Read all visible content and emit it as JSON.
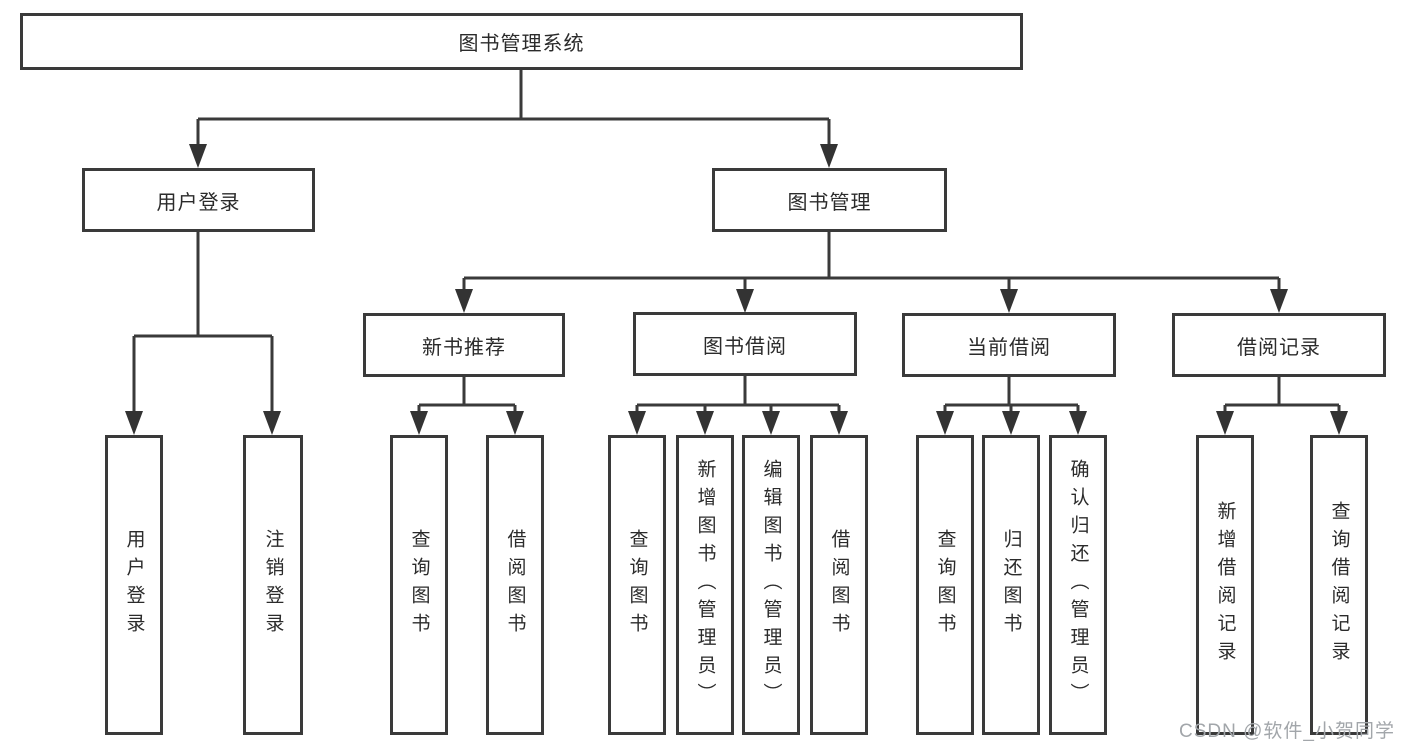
{
  "tree": {
    "root": "图书管理系统",
    "branches": [
      {
        "label": "用户登录",
        "children": [
          "用户登录",
          "注销登录"
        ]
      },
      {
        "label": "图书管理",
        "groups": [
          {
            "label": "新书推荐",
            "children": [
              "查询图书",
              "借阅图书"
            ]
          },
          {
            "label": "图书借阅",
            "children": [
              "查询图书",
              "新增图书（管理员）",
              "编辑图书（管理员）",
              "借阅图书"
            ]
          },
          {
            "label": "当前借阅",
            "children": [
              "查询图书",
              "归还图书",
              "确认归还（管理员）"
            ]
          },
          {
            "label": "借阅记录",
            "children": [
              "新增借阅记录",
              "查询借阅记录"
            ]
          }
        ]
      }
    ]
  },
  "watermark": "CSDN @软件_小贺同学",
  "colors": {
    "line": "#3a3a3a",
    "box_border": "#3a3a3a",
    "text": "#2b2b2b",
    "watermark": "#a2a6aa",
    "background": "#ffffff"
  }
}
